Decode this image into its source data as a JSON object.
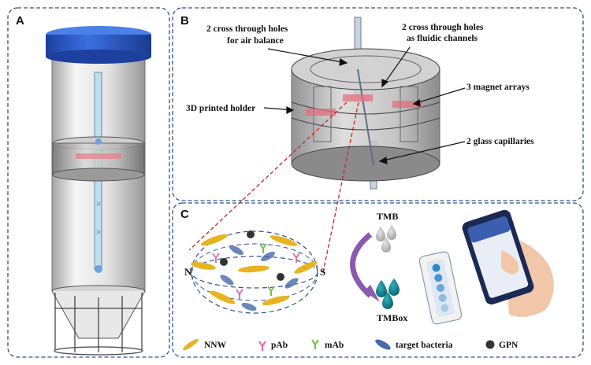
{
  "panels": {
    "a": {
      "letter": "A"
    },
    "b": {
      "letter": "B",
      "callouts": {
        "air_holes_line1": "2 cross through holes",
        "air_holes_line2": "for air balance",
        "fluidic_line1": "2 cross through holes",
        "fluidic_line2": "as fluidic channels",
        "magnets": "3 magnet arrays",
        "holder": "3D printed holder",
        "capillaries": "2 glass capillaries"
      }
    },
    "c": {
      "letter": "C",
      "north": "N",
      "south": "S",
      "tmb": "TMB",
      "tmbox": "TMBox"
    }
  },
  "legend": {
    "nnw": "NNW",
    "pab": "pAb",
    "mab": "mAb",
    "bacteria": "target bacteria",
    "gpn": "GPN"
  },
  "colors": {
    "cap_blue": "#2f5fd0",
    "dashed_border": "#33528a",
    "nnw_yellow": "#e8b320",
    "pab_pink": "#e070b0",
    "mab_green": "#78c04a",
    "bacteria_blue": "#4a6aa8",
    "gpn_dark": "#333333",
    "tmbox_teal": "#1e8a95",
    "arrow_purple": "#8a5ab0",
    "strip_blue": "#2f86c8",
    "red_dash": "#cc2222"
  }
}
